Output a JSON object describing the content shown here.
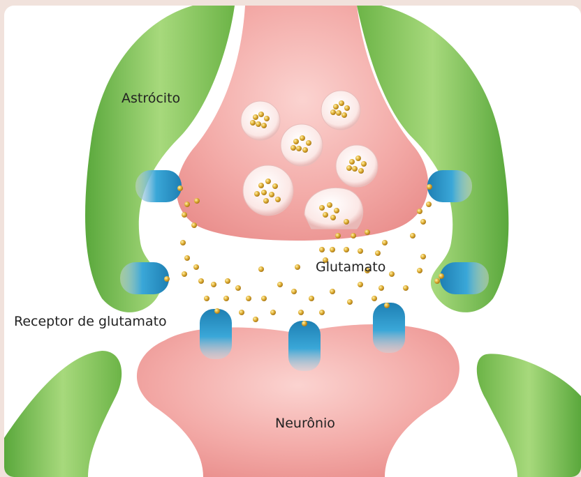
{
  "labels": {
    "astrocyte": "Astrócito",
    "glutamate": "Glutamato",
    "receptor": "Receptor de glutamato",
    "neuron": "Neurônio"
  },
  "colors": {
    "background": "#f1e2dc",
    "neuron": "#f2a7a6",
    "astrocyte": "#7cbf5a",
    "receptor": "#2a8fc0",
    "glutamate": "#d6a62a"
  }
}
